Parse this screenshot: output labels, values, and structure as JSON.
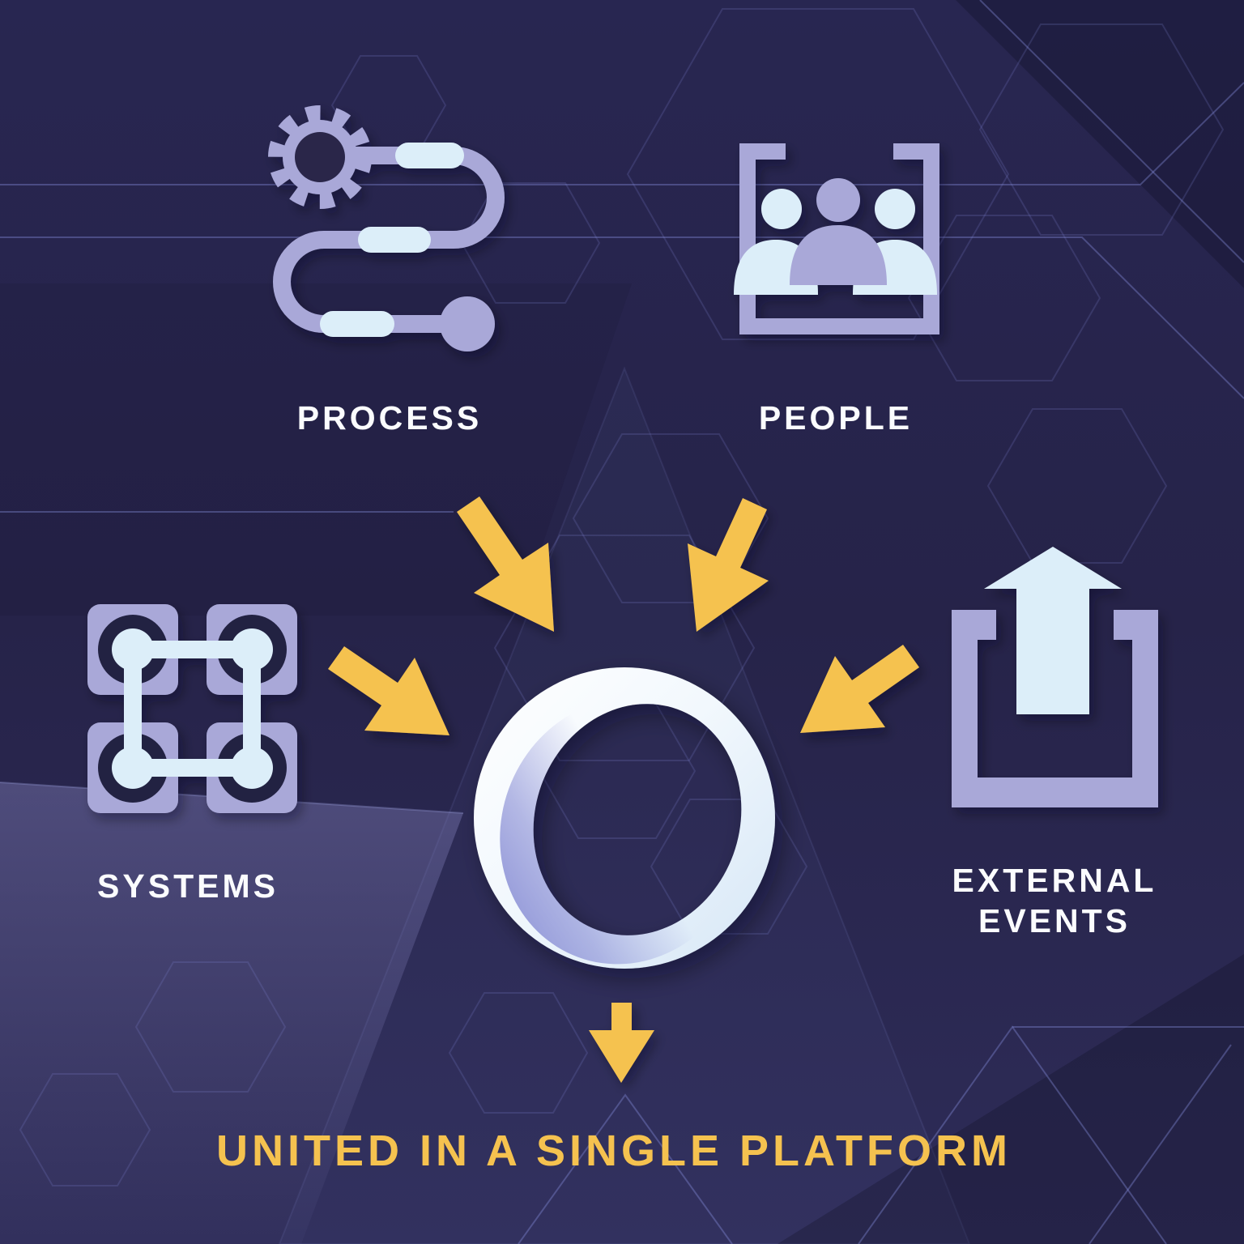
{
  "colors": {
    "accent_yellow": "#F5C24F",
    "lavender": "#A9A8D8",
    "pale_blue": "#DCEEF9",
    "text_white": "#FBFCFE",
    "background_navy": "#272549"
  },
  "nodes": {
    "process": {
      "label": "PROCESS",
      "icon": "gear-pipeline-icon"
    },
    "people": {
      "label": "PEOPLE",
      "icon": "people-group-icon"
    },
    "systems": {
      "label": "SYSTEMS",
      "icon": "connected-systems-icon"
    },
    "external_events": {
      "label": "EXTERNAL EVENTS",
      "icon": "upload-event-icon"
    }
  },
  "center": {
    "icon": "platform-ring-logo"
  },
  "caption": {
    "text": "UNITED IN A SINGLE PLATFORM"
  }
}
